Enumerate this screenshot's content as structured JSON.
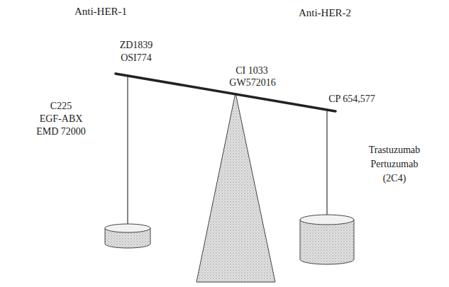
{
  "diagram": {
    "labels": [
      "Anti-HER-1",
      "Anti-HER-2",
      "ZD1839",
      "OSI774",
      "CI 1033",
      "GW572016",
      "CP 654,577",
      "C225",
      "EGF-ABX",
      "EMD 72000",
      "Trastuzumab",
      "Pertuzumab",
      "(2C4)"
    ]
  }
}
